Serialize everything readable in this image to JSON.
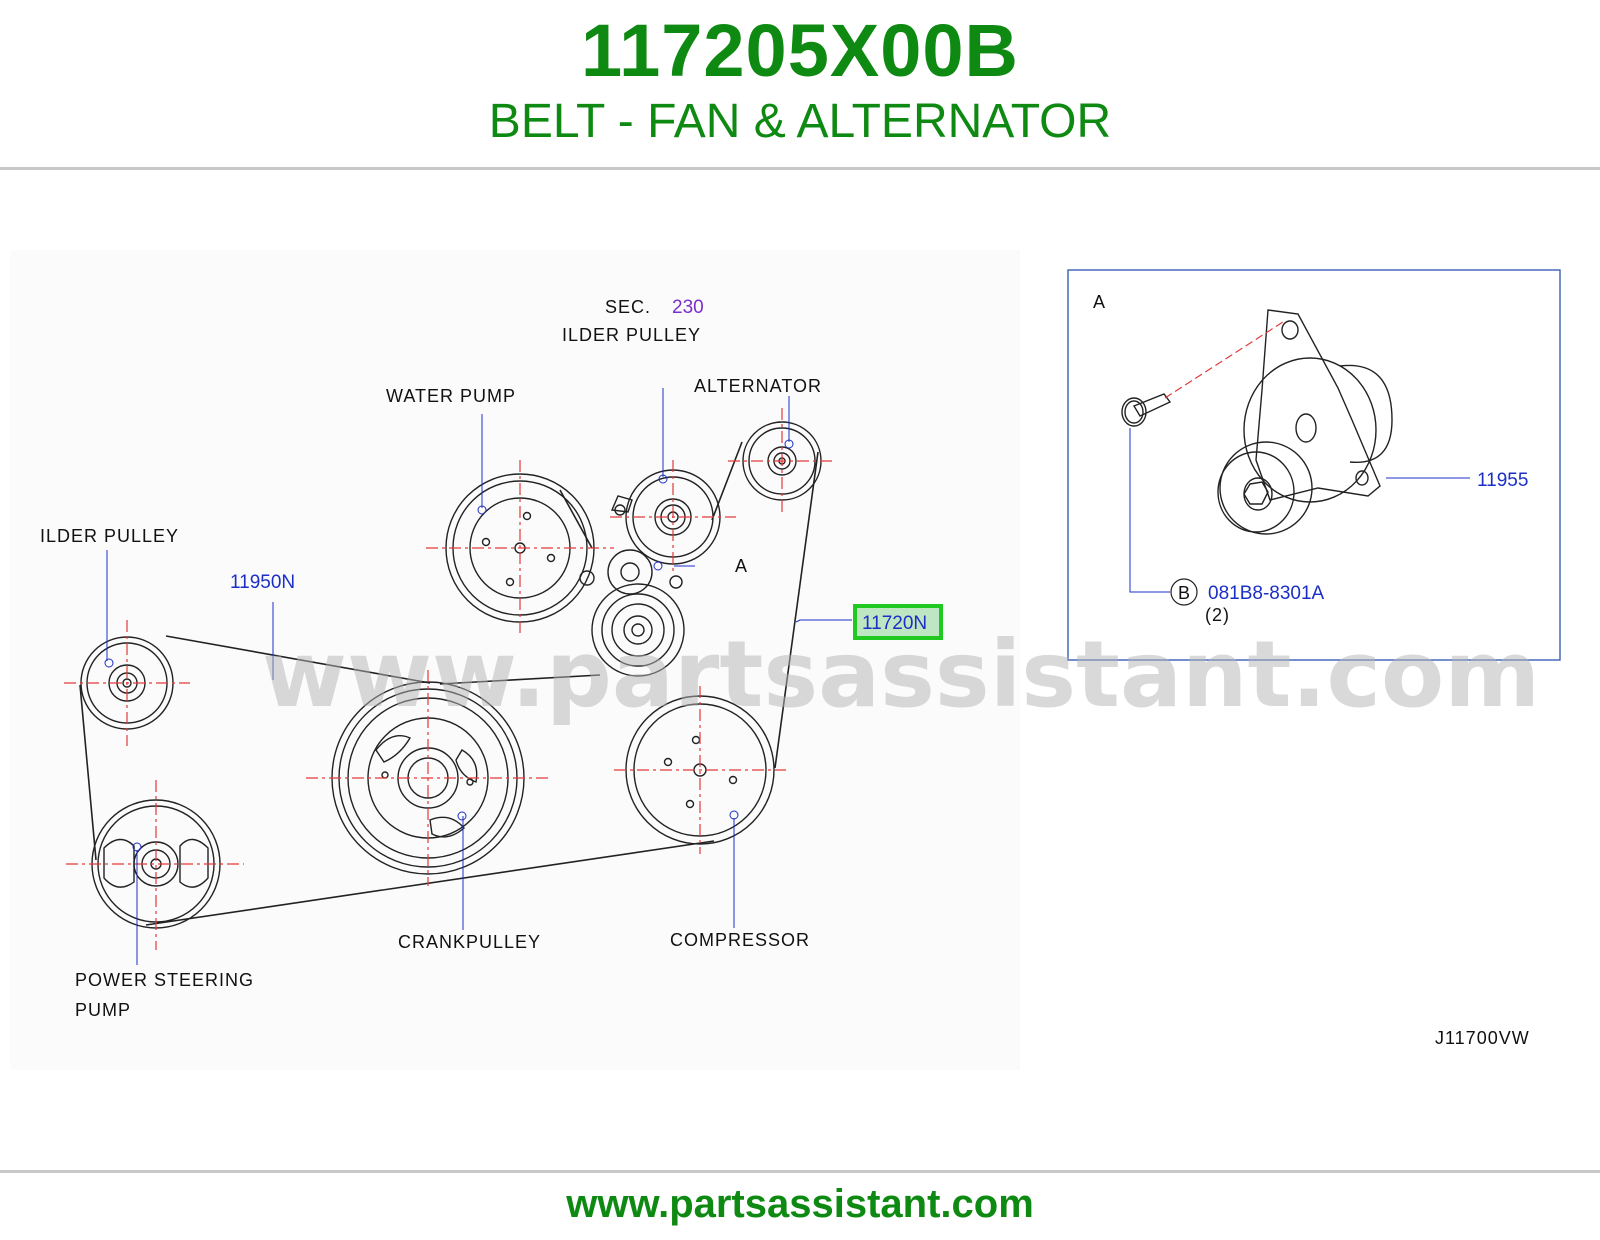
{
  "header": {
    "part_number": "117205X00B",
    "description": "BELT - FAN & ALTERNATOR"
  },
  "diagram": {
    "labels": {
      "sec": "SEC.",
      "sec_number": "230",
      "ilder_pulley_top": "ILDER  PULLEY",
      "water_pump": "WATER  PUMP",
      "alternator": "ALTERNATOR",
      "ilder_pulley_left": "ILDER  PULLEY",
      "part_11950n": "11950N",
      "detail_ref_a": "A",
      "part_11720n": "11720N",
      "crankpulley": "CRANKPULLEY",
      "compressor": "COMPRESSOR",
      "power_steering_line1": "POWER  STEERING",
      "power_steering_line2": "PUMP",
      "diagram_code": "J11700VW"
    },
    "detail": {
      "title": "A",
      "part_11955": "11955",
      "bolt_ref": "B",
      "bolt_part": "081B8-8301A",
      "bolt_qty": "(2)"
    },
    "watermark": "www.partsassistant.com",
    "highlight_color": "#1fc91f"
  },
  "footer": {
    "url": "www.partsassistant.com"
  },
  "colors": {
    "brand_green": "#0e8a12",
    "link_blue": "#1b2fc7",
    "purple": "#7b2fc9",
    "center_line_red": "#e23a3a"
  }
}
